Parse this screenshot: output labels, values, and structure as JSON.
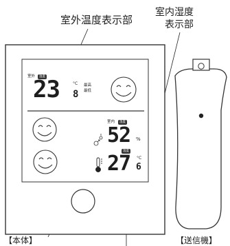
{
  "callouts": {
    "outdoor": "室外温度表示部",
    "indoor_line1": "室内湿度",
    "indoor_line2": "表示部"
  },
  "labels": {
    "main_unit": "【本体】",
    "transmitter": "【送信機】"
  },
  "display": {
    "outdoor": {
      "label": "室外",
      "badge": "温度",
      "temperature": "23",
      "decimal": "8",
      "unit": "°C",
      "max_label": "最高",
      "min_label": "最低"
    },
    "indoor": {
      "label": "室内",
      "humidity_badge": "湿度",
      "humidity": "52",
      "humidity_unit": "%",
      "temp_badge": "温度",
      "temperature": "27",
      "decimal": "6",
      "unit": "°C"
    }
  }
}
